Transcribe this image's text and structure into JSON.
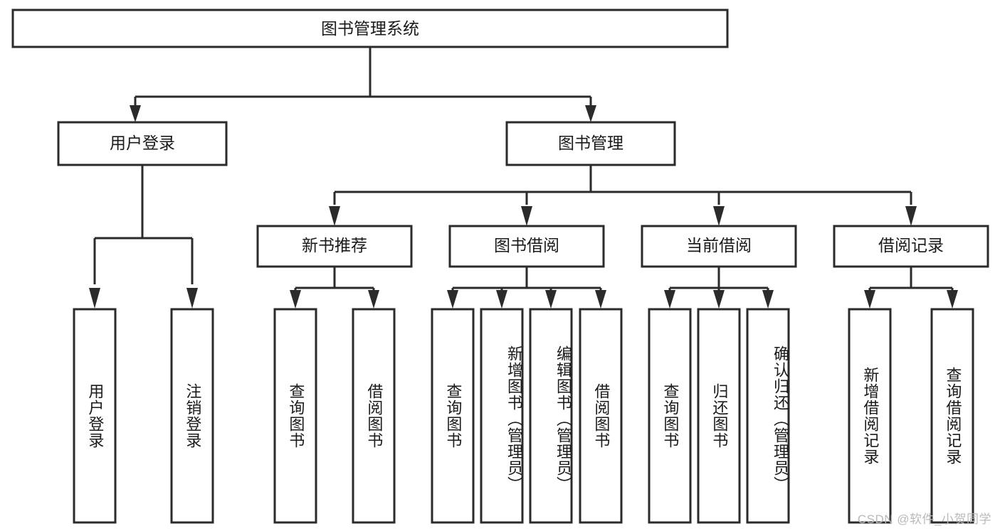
{
  "diagram": {
    "type": "tree",
    "title": "图书管理系统",
    "root": {
      "label": "图书管理系统"
    },
    "level1": [
      {
        "label": "用户登录"
      },
      {
        "label": "图书管理"
      }
    ],
    "level2": [
      {
        "label": "新书推荐"
      },
      {
        "label": "图书借阅"
      },
      {
        "label": "当前借阅"
      },
      {
        "label": "借阅记录"
      }
    ],
    "leaves": {
      "user_login": [
        {
          "label": "用户登录"
        },
        {
          "label": "注销登录"
        }
      ],
      "new_book_recommend": [
        {
          "label": "查询图书"
        },
        {
          "label": "借阅图书"
        }
      ],
      "book_borrow": [
        {
          "label": "查询图书"
        },
        {
          "label": "新增图书（管理员）"
        },
        {
          "label": "编辑图书（管理员）"
        },
        {
          "label": "借阅图书"
        }
      ],
      "current_borrow": [
        {
          "label": "查询图书"
        },
        {
          "label": "归还图书"
        },
        {
          "label": "确认归还（管理员）"
        }
      ],
      "borrow_record": [
        {
          "label": "新增借阅记录"
        },
        {
          "label": "查询借阅记录"
        }
      ]
    }
  },
  "watermark": {
    "text": "CSDN @软件_小贺同学"
  },
  "colors": {
    "stroke": "#2b2b2b",
    "fill": "#ffffff",
    "text": "#1a1a1a",
    "watermark": "#b9b9b9"
  }
}
